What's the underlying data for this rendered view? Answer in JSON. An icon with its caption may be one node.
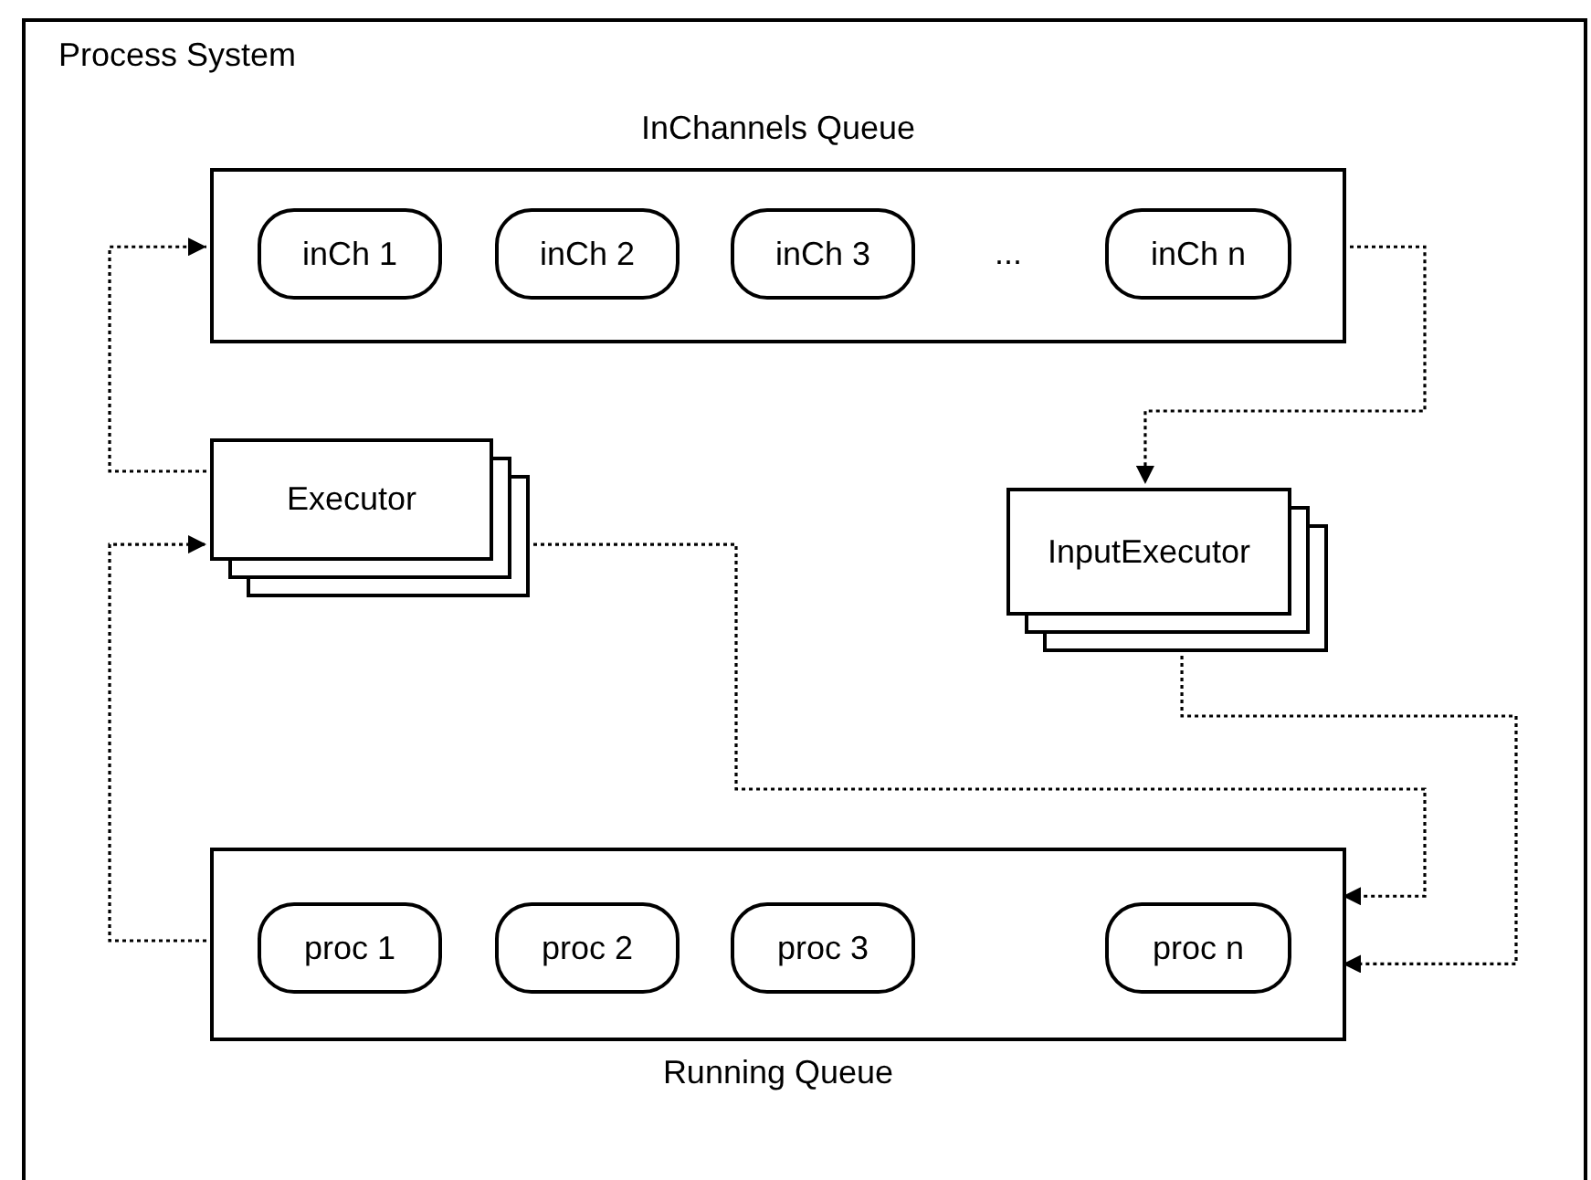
{
  "diagram": {
    "nodes": [
      {
        "text": [
          "Process System"
        ]
      },
      {
        "text": [
          "InChannels Queue"
        ],
        "in": 0
      },
      {
        "text": [
          "inCh 1"
        ],
        "in": 1
      },
      {
        "text": [
          "inCh 2"
        ],
        "in": 1
      },
      {
        "text": [
          "inCh 3"
        ],
        "in": 1
      },
      {
        "text": [
          "inCh n"
        ],
        "in": 1
      },
      {
        "text": [
          "Executor"
        ],
        "in": 0
      },
      {
        "text": [
          "InputExecutor"
        ],
        "in": 0
      },
      {
        "text": [
          "Running Queue"
        ],
        "in": 0
      },
      {
        "text": [
          "proc 1"
        ],
        "in": 8
      },
      {
        "text": [
          "proc 2"
        ],
        "in": 8
      },
      {
        "text": [
          "proc 3"
        ],
        "in": 8
      },
      {
        "text": [
          "proc n"
        ],
        "in": 8
      }
    ],
    "edges": [
      {
        "from": 6,
        "to": 1,
        "arrow": "to"
      },
      {
        "from": 8,
        "to": 6,
        "arrow": "to"
      },
      {
        "from": 1,
        "to": 7,
        "arrow": "to"
      },
      {
        "from": 6,
        "to": 8,
        "arrow": "to"
      },
      {
        "from": 7,
        "to": 8,
        "arrow": "to"
      }
    ],
    "labels": [
      "..."
    ]
  }
}
